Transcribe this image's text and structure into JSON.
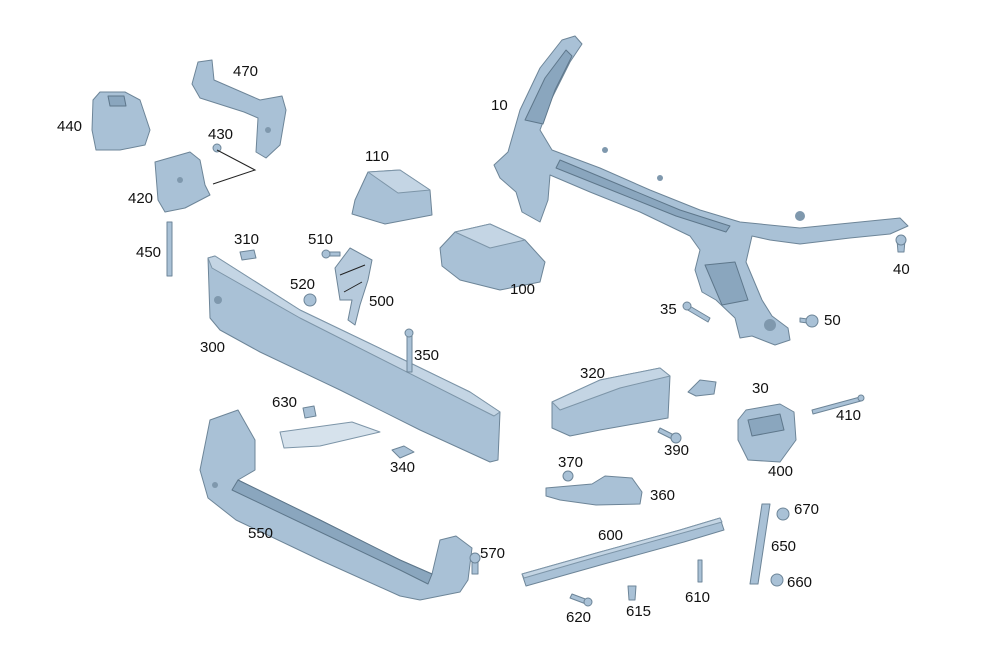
{
  "callouts": {
    "c10": "10",
    "c30": "30",
    "c35": "35",
    "c40": "40",
    "c50": "50",
    "c100": "100",
    "c110": "110",
    "c300": "300",
    "c310": "310",
    "c320": "320",
    "c340": "340",
    "c350": "350",
    "c360": "360",
    "c370": "370",
    "c390": "390",
    "c400": "400",
    "c410": "410",
    "c420": "420",
    "c430": "430",
    "c440": "440",
    "c450": "450",
    "c470": "470",
    "c500": "500",
    "c510": "510",
    "c520": "520",
    "c550": "550",
    "c570": "570",
    "c600": "600",
    "c610": "610",
    "c615": "615",
    "c620": "620",
    "c630": "630",
    "c650": "650",
    "c660": "660",
    "c670": "670"
  },
  "colors": {
    "part_fill": "#a9c1d6",
    "part_stroke": "#6d8598",
    "background": "#ffffff"
  }
}
